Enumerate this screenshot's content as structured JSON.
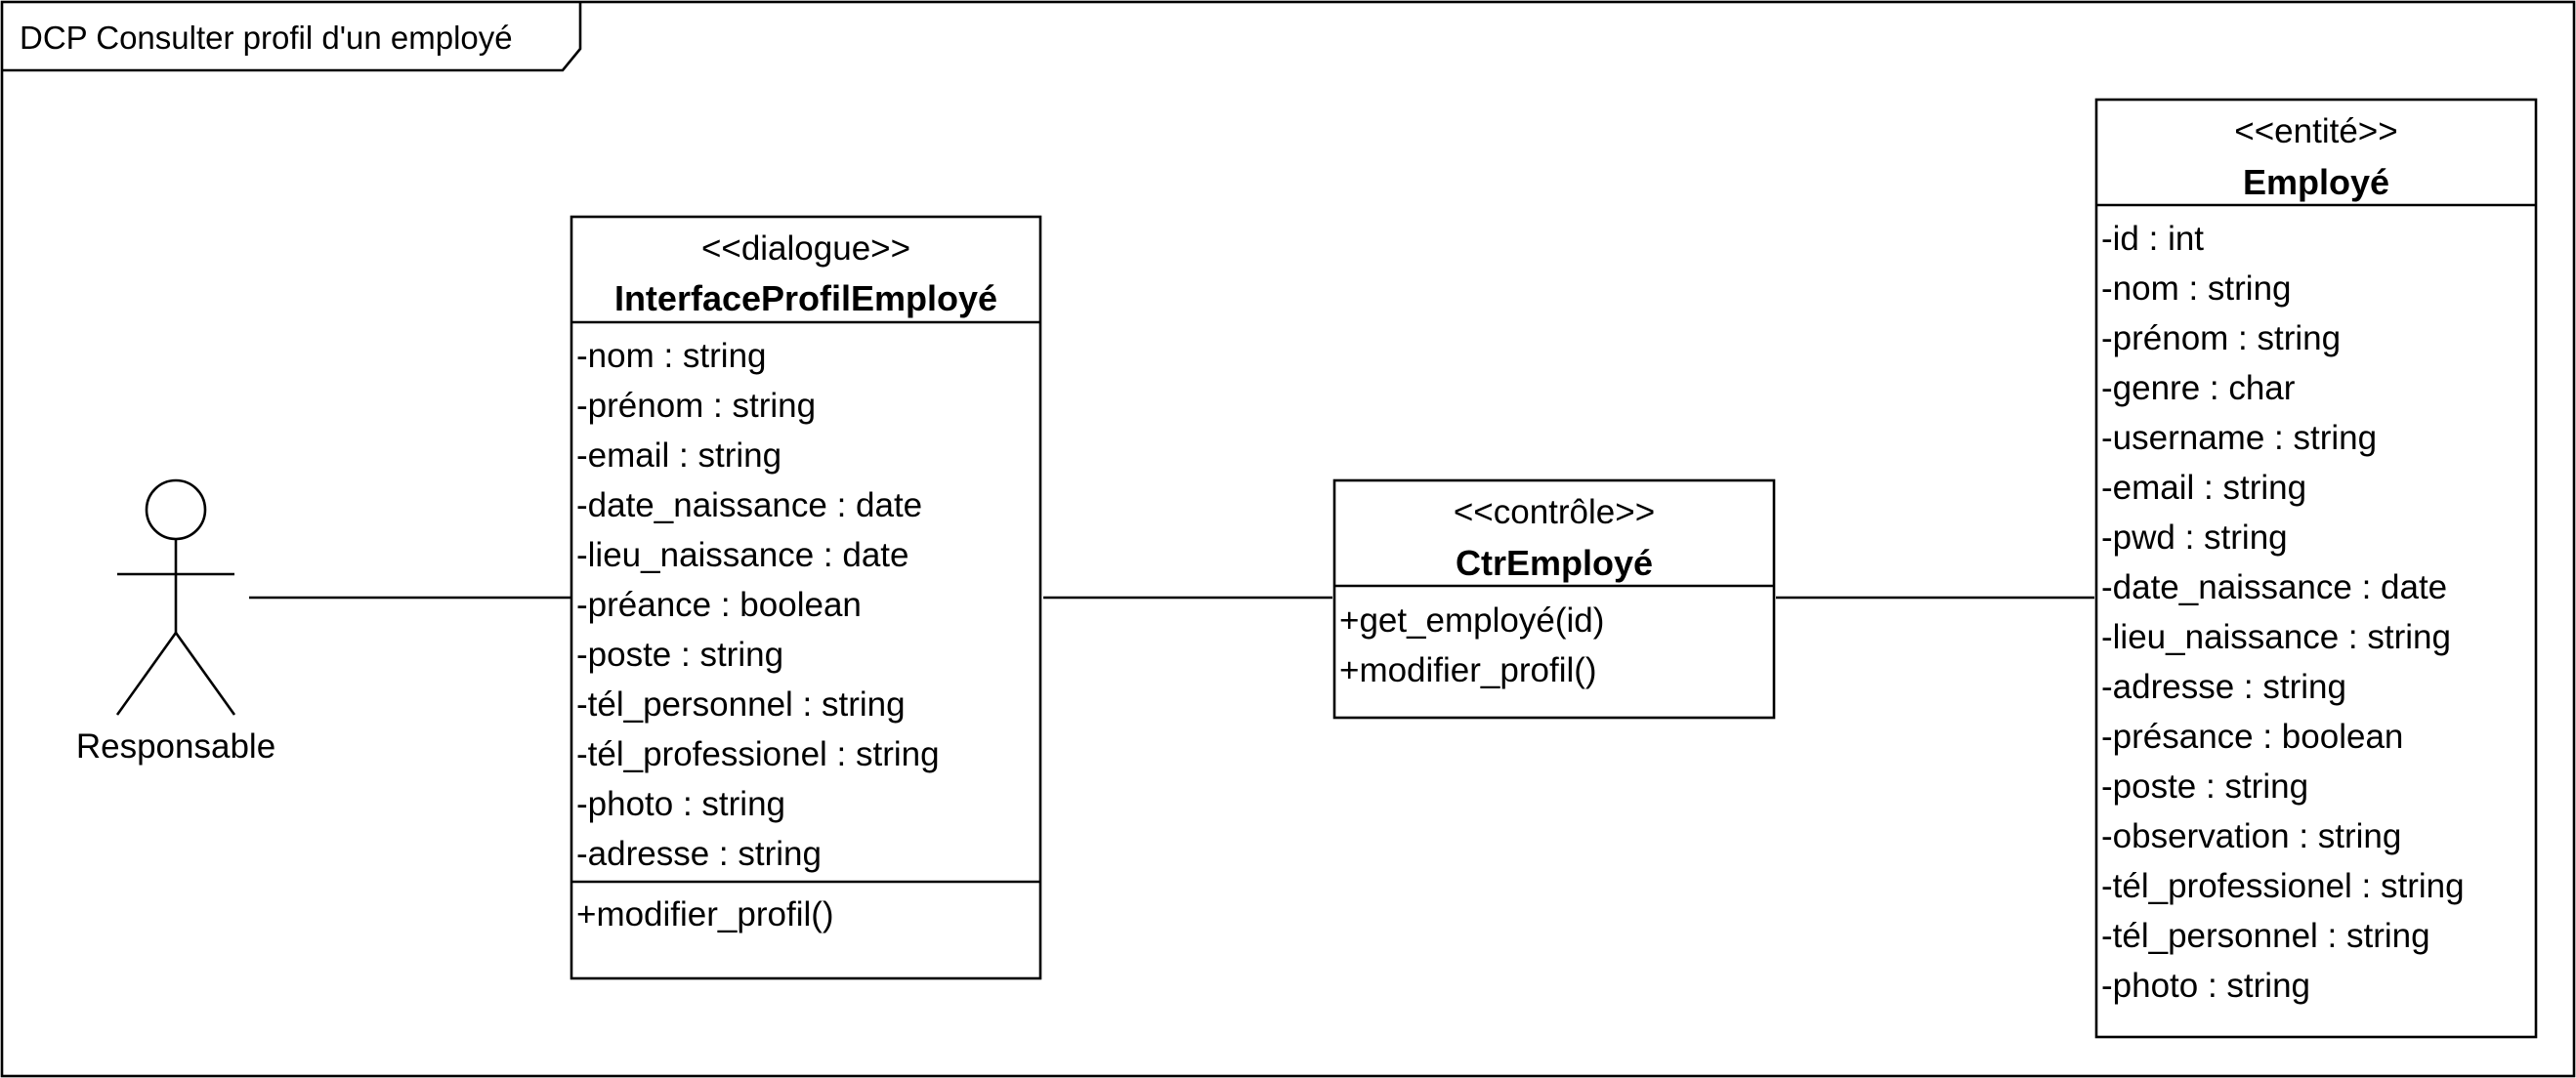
{
  "frame": {
    "title": "DCP Consulter profil d'un employé"
  },
  "actor": {
    "name": "Responsable"
  },
  "dialogue_class": {
    "stereotype": "<<dialogue>>",
    "name": "InterfaceProfilEmployé",
    "attributes": [
      "-nom : string",
      "-prénom : string",
      "-email : string",
      "-date_naissance : date",
      "-lieu_naissance : date",
      "-préance : boolean",
      "-poste : string",
      "-tél_personnel : string",
      "-tél_professionel : string",
      "-photo : string",
      "-adresse : string"
    ],
    "operations": [
      "+modifier_profil()"
    ]
  },
  "control_class": {
    "stereotype": "<<contrôle>>",
    "name": "CtrEmployé",
    "operations": [
      "+get_employé(id)",
      "+modifier_profil()"
    ]
  },
  "entity_class": {
    "stereotype": "<<entité>>",
    "name": "Employé",
    "attributes": [
      "-id : int",
      "-nom : string",
      "-prénom : string",
      "-genre : char",
      "-username : string",
      "-email : string",
      "-pwd : string",
      "-date_naissance : date",
      "-lieu_naissance : string",
      "-adresse : string",
      "-présance : boolean",
      "-poste : string",
      "-observation : string",
      "-tél_professionel : string",
      "-tél_personnel : string",
      "-photo : string"
    ]
  }
}
